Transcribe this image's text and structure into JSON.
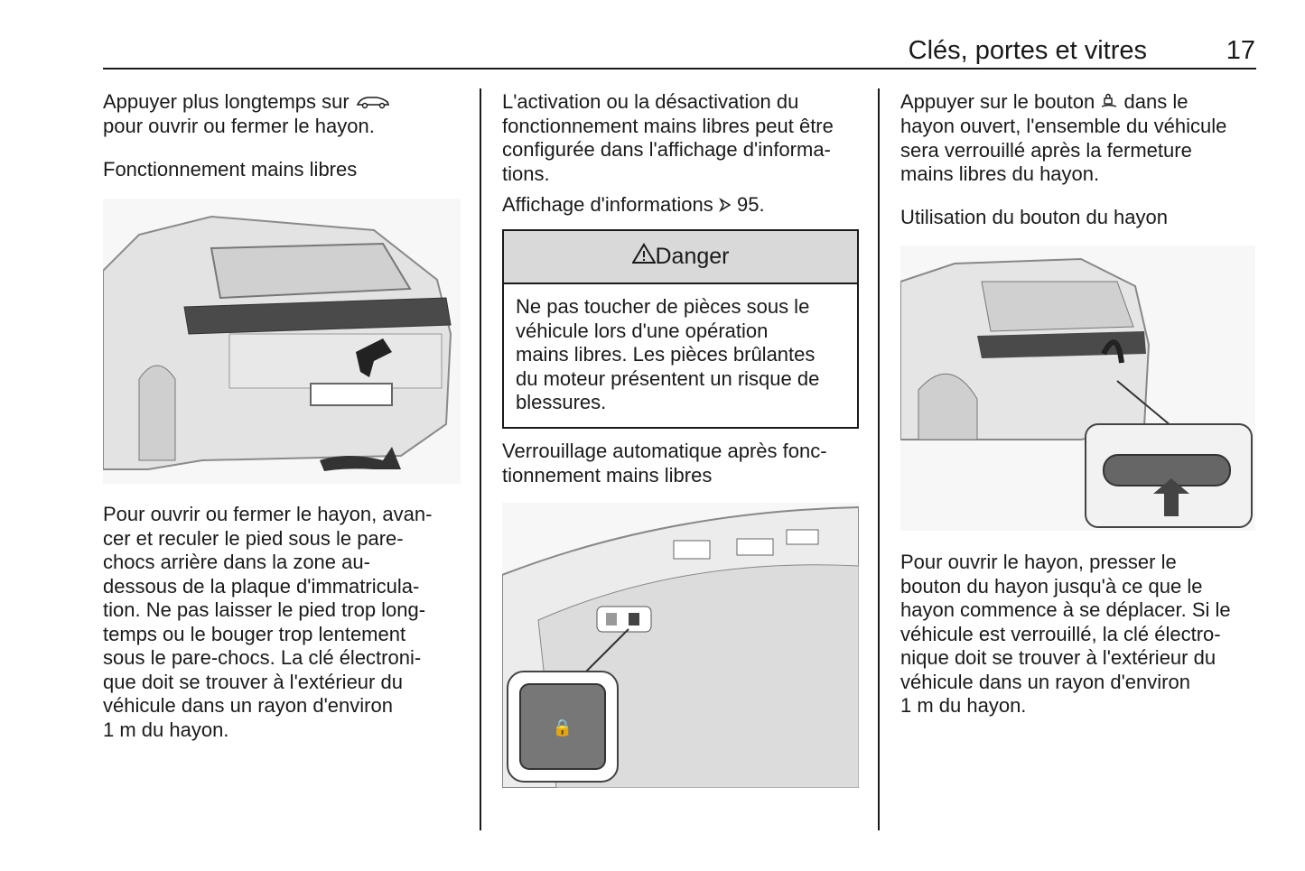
{
  "header": {
    "title": "Clés, portes et vitres",
    "page_number": "17"
  },
  "col1": {
    "para1_pre": "Appuyer plus longtemps sur",
    "para1_icon": "car-key-icon",
    "para1_post": "pour ouvrir ou fermer le hayon.",
    "subheading": "Fonctionnement mains libres",
    "figure_caption_icon": "hands-free-tailgate-illustration",
    "para2_lines": [
      "Pour ouvrir ou fermer le hayon, avan-",
      "cer et reculer le pied sous le pare-",
      "chocs arrière dans la zone au-",
      "dessous de la plaque d'immatricula-",
      "tion. Ne pas laisser le pied trop long-",
      "temps ou le bouger trop lentement",
      "sous le pare-chocs. La clé électroni-",
      "que doit se trouver à l'extérieur du",
      "véhicule dans un rayon d'environ",
      "1 m du hayon."
    ]
  },
  "col2": {
    "para1_lines": [
      "L'activation ou la désactivation du",
      "fonctionnement mains libres peut être",
      "configurée dans l'affichage d'informa-",
      "tions."
    ],
    "xref_text": "Affichage d'informations",
    "xref_icon": "arrow-reference-icon",
    "xref_page": "95.",
    "danger": {
      "title": "Danger",
      "icon": "warning-triangle-icon",
      "body_lines": [
        "Ne pas toucher de pièces sous le",
        "véhicule lors d'une opération",
        "mains libres. Les pièces brûlantes",
        "du moteur présentent un risque de",
        "blessures."
      ]
    },
    "subheading_lines": [
      "Verrouillage automatique après fonc-",
      "tionnement mains libres"
    ],
    "figure_icon": "tailgate-lock-button-illustration"
  },
  "col3": {
    "para1_pre": "Appuyer sur le bouton",
    "para1_icon": "lock-tailgate-icon",
    "para1_lines": [
      "dans le",
      "hayon ouvert, l'ensemble du véhicule",
      "sera verrouillé après la fermeture",
      "mains libres du hayon."
    ],
    "subheading": "Utilisation du bouton du hayon",
    "figure_icon": "tailgate-button-illustration",
    "para2_lines": [
      "Pour ouvrir le hayon, presser le",
      "bouton du hayon jusqu'à ce que le",
      "hayon commence à se déplacer. Si le",
      "véhicule est verrouillé, la clé électro-",
      "nique doit se trouver à l'extérieur du",
      "véhicule dans un rayon d'environ",
      "1 m du hayon."
    ]
  }
}
